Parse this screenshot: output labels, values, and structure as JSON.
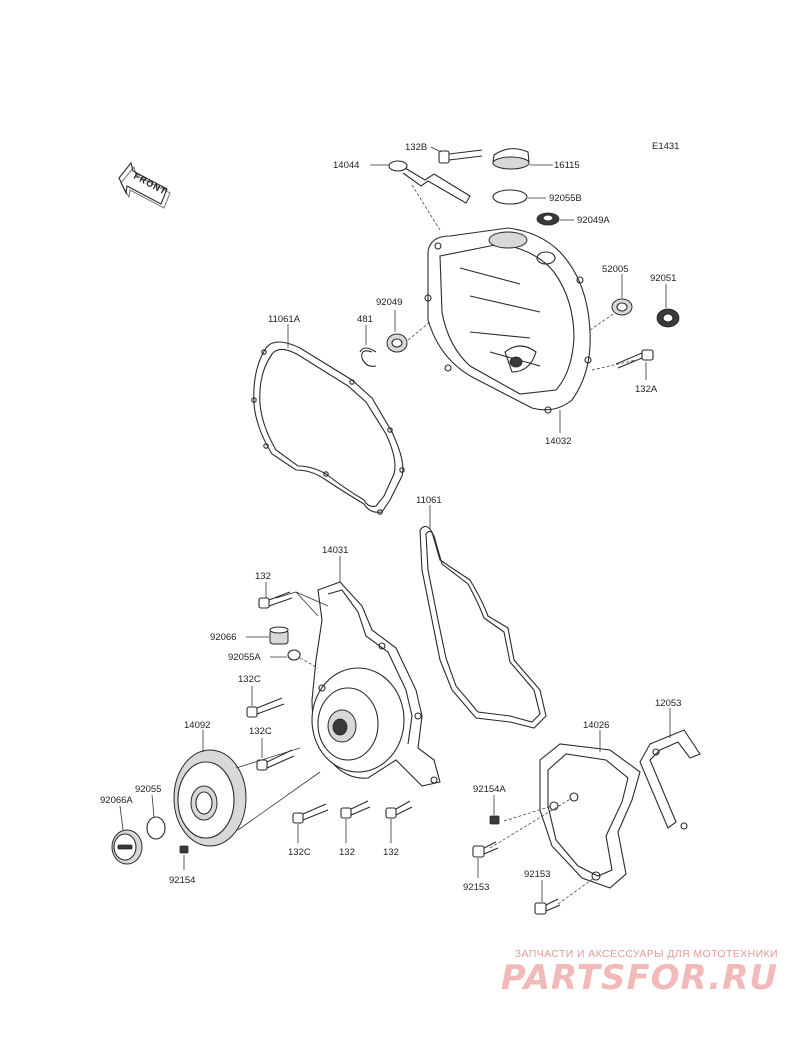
{
  "diagram_code": "E1431",
  "front_label": "FRONT",
  "parts": {
    "p132b": "132B",
    "p14044": "14044",
    "p16115": "16115",
    "p92055b": "92055B",
    "p92049a": "92049A",
    "p52005": "52005",
    "p92051": "92051",
    "p92049": "92049",
    "p481": "481",
    "p11061a": "11061A",
    "p132a": "132A",
    "p14032": "14032",
    "p11061": "11061",
    "p14031": "14031",
    "p132_top": "132",
    "p92066": "92066",
    "p92055a": "92055A",
    "p132c_1": "132C",
    "p132c_2": "132C",
    "p14092": "14092",
    "p92055": "92055",
    "p92066a": "92066A",
    "p92154": "92154",
    "p132c_3": "132C",
    "p132_b1": "132",
    "p132_b2": "132",
    "p12053": "12053",
    "p14026": "14026",
    "p92154a": "92154A",
    "p92153_1": "92153",
    "p92153_2": "92153"
  },
  "watermark": {
    "tagline": "ЗАПЧАСТИ И АКСЕССУАРЫ ДЛЯ МОТОТЕХНИКИ",
    "logo": "PARTSFOR.RU"
  }
}
